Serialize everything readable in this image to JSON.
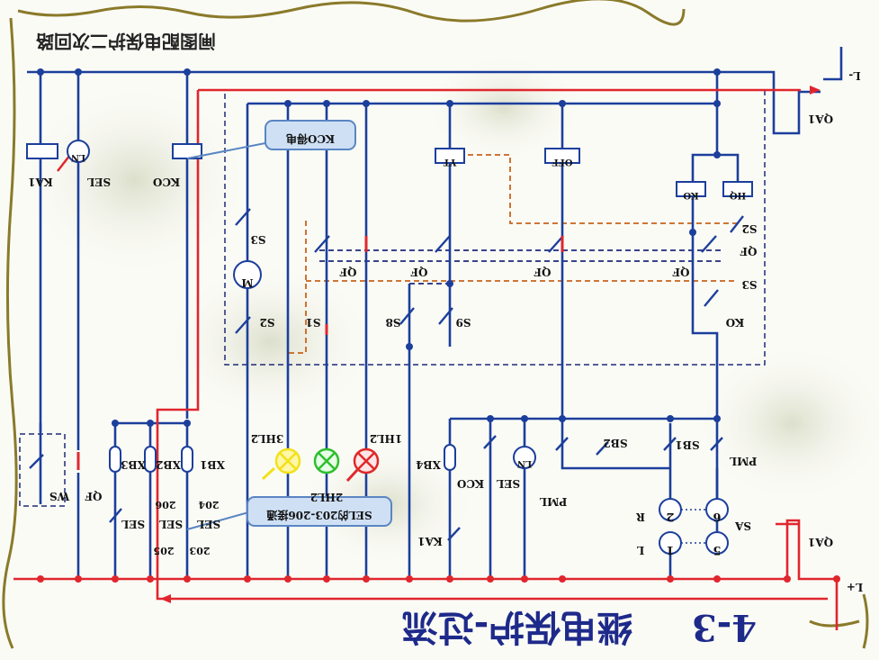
{
  "header_text": "闸图配电保护二次回路",
  "footer": {
    "number": "4-3",
    "title": "继电保护-过流"
  },
  "callouts": {
    "kco": "KCO得电",
    "sel": "SEL的203-206接通"
  },
  "buses": {
    "minus": "L-",
    "plus": "L+",
    "qa1_top": "QA1",
    "qa1_bottom": "QA1"
  },
  "labels": {
    "ka1_top": "KA1",
    "sel_top": "SEL",
    "kco_top": "KCO",
    "kco_box": "KCO",
    "yt": "YT",
    "off": "OFF",
    "ko_box": "KO",
    "hq_box": "HQ",
    "m": "M",
    "s3_left": "S3",
    "s2_left": "S2",
    "s1": "S1",
    "qf1": "QF",
    "qf2": "QF",
    "qf3": "QF",
    "qf4": "QF",
    "qf5": "QF",
    "s2_right": "S2",
    "s3_right": "S3",
    "ko_right": "KO",
    "s8": "S8",
    "s9": "S9",
    "hl3": "3HL2",
    "hl1": "1HL2",
    "hl2": "2HL2",
    "xb1": "XB1",
    "xb2": "XB2",
    "xb3": "XB3",
    "xb4": "XB4",
    "sel_204": "SEL",
    "sel_205": "SEL",
    "sel_203": "SEL",
    "n204": "204",
    "n206": "206",
    "n205": "205",
    "n203": "203",
    "ws": "WS",
    "qf_bottom": "QF",
    "sel_bottom": "SEL",
    "kco_bottom": "KCO",
    "ka1_bottom": "KA1",
    "sb1": "SB1",
    "sb2": "SB2",
    "pml_left": "PML",
    "pml_right": "PML",
    "sa": "SA",
    "c1": "1",
    "c2": "2",
    "c5": "5",
    "c6": "6",
    "l_dot": "L",
    "r_dot": "R",
    "ln_top": "LN",
    "ln_bottom": "LN"
  },
  "colors": {
    "blue_wire": "#1c3f9c",
    "red_wire": "#e0262d",
    "orange_dash": "#c8641e",
    "navy_dash": "#1e2a78",
    "lamp_yellow": "#f2e21a",
    "lamp_green": "#2fbf2f",
    "lamp_red": "#e02828",
    "callout_bg": "#cfe0f5",
    "border_olive": "#8a7a2a"
  }
}
